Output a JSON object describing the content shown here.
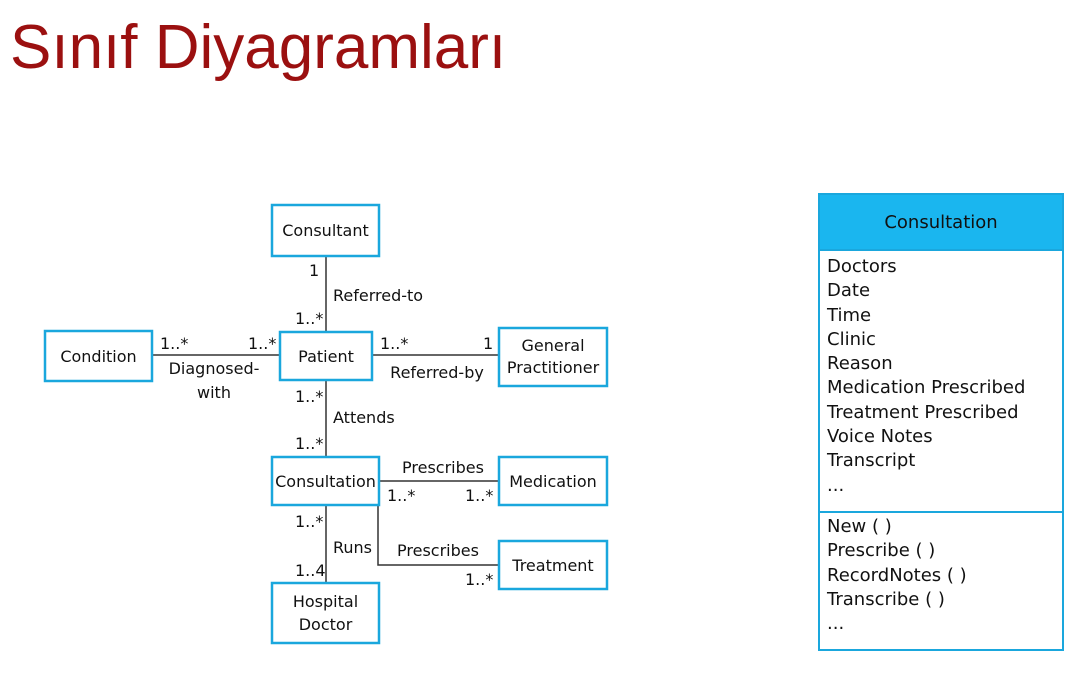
{
  "title": "Sınıf Diyagramları",
  "nodes": {
    "consultant": "Consultant",
    "condition": "Condition",
    "patient": "Patient",
    "gp_line1": "General",
    "gp_line2": "Practitioner",
    "consultation": "Consultation",
    "medication": "Medication",
    "treatment": "Treatment",
    "hospital_line1": "Hospital",
    "hospital_line2": "Doctor"
  },
  "associations": {
    "referred_to": "Referred-to",
    "diagnosed_line1": "Diagnosed-",
    "diagnosed_line2": "with",
    "referred_by": "Referred-by",
    "attends": "Attends",
    "prescribes_medication": "Prescribes",
    "runs": "Runs",
    "prescribes_treatment": "Prescribes"
  },
  "multiplicities": {
    "consultant_patient_top": "1",
    "consultant_patient_bottom": "1..*",
    "condition_side": "1..*",
    "patient_condition_side": "1..*",
    "patient_gp_side": "1..*",
    "gp_side": "1",
    "patient_attends": "1..*",
    "consultation_attends": "1..*",
    "consultation_medication": "1..*",
    "medication_side": "1..*",
    "consultation_runs": "1..*",
    "hospital_runs": "1..4",
    "treatment_side": "1..*"
  },
  "class_detail": {
    "name": "Consultation",
    "attributes": [
      "Doctors",
      "Date",
      "Time",
      "Clinic",
      "Reason",
      "Medication Prescribed",
      "Treatment Prescribed",
      "Voice Notes",
      "Transcript",
      "..."
    ],
    "operations": [
      "New ( )",
      "Prescribe ( )",
      "RecordNotes ( )",
      "Transcribe ( )",
      "..."
    ]
  },
  "colors": {
    "title": "#9b1010",
    "box_border": "#1aa7dd",
    "header_fill": "#1ab6ef"
  }
}
